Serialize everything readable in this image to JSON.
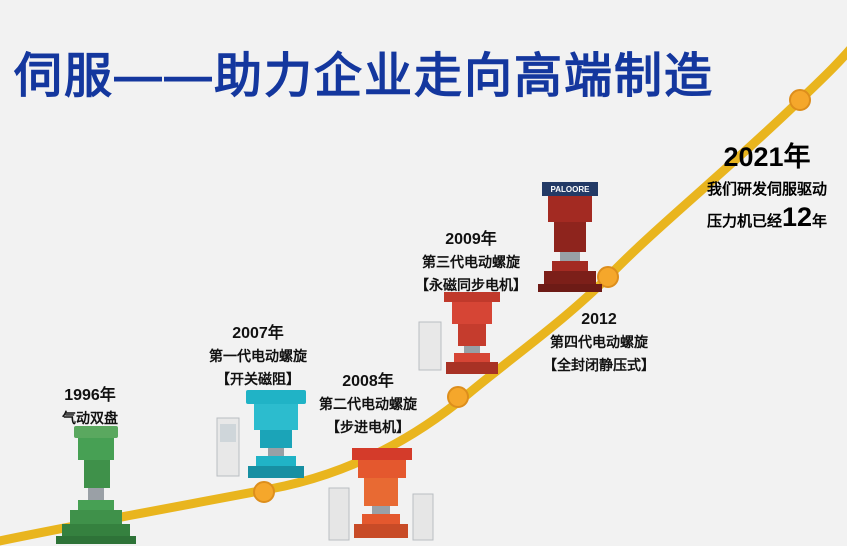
{
  "page": {
    "title": "伺服——助力企业走向高端制造"
  },
  "milestones": [
    {
      "year": "1996年",
      "line1": "气动双盘",
      "line2": ""
    },
    {
      "year": "2007年",
      "line1": "第一代电动螺旋",
      "line2": "【开关磁阻】"
    },
    {
      "year": "2008年",
      "line1": "第二代电动螺旋",
      "line2": "【步进电机】"
    },
    {
      "year": "2009年",
      "line1": "第三代电动螺旋",
      "line2": "【永磁同步电机】"
    },
    {
      "year": "2012",
      "line1": "第四代电动螺旋",
      "line2": "【全封闭静压式】"
    }
  ],
  "highlight": {
    "year": "2021年",
    "line1": "我们研发伺服驱动",
    "line2_prefix": "压力机已经",
    "line2_number": "12",
    "line2_suffix": "年"
  },
  "machines": {
    "m2012_brand": "PALOORE"
  },
  "colors": {
    "title_blue": "#14379e",
    "curve_gold": "#e9b51e",
    "dot_orange": "#f5a72b",
    "background": "#f2f2f2"
  }
}
